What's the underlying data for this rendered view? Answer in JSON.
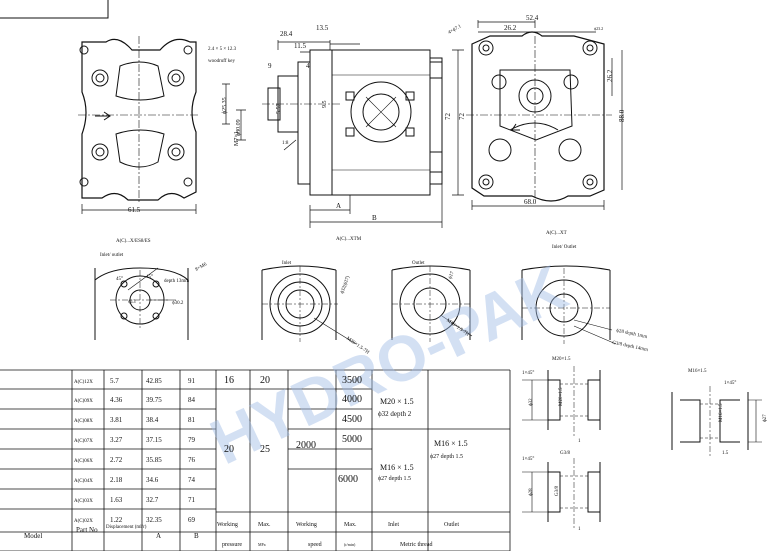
{
  "drawing": {
    "dims": {
      "d28_4": "28.4",
      "d13_5": "13.5",
      "d11_5": "11.5",
      "d9": "9",
      "d4": "4",
      "d52_4": "52.4",
      "d26_2": "26.2",
      "d26_2b": "26.2",
      "d88": "88.0",
      "d68": "68.0",
      "d61_5": "61.5",
      "d72": "72",
      "d72b": "72",
      "dA": "A",
      "dB": "B",
      "key": "2.4 × 5 × 12.3",
      "woodruff": "woodruff key",
      "d_phi25": "ϕ25.35",
      "d_phi80": "ϕ80.09",
      "m7": "M7×1",
      "d5_57": "5.57",
      "d9_5": "9.5",
      "taper": "1:8",
      "holes": "4×ϕ7.1",
      "holes_right": "ϕ23.2"
    },
    "section_titles": {
      "front": "A(C)...X/ES8/ES",
      "middle": "A(C)...XTM",
      "right": "A(C)...XT"
    },
    "ports": {
      "front_io": "Inlet/\noutlet",
      "front_angle1": "45°",
      "front_angle2": "45°",
      "front_m": "8×M6",
      "front_depth": "depth 13mm",
      "front_phi30": "ϕ30.2",
      "front_phi13": "ϕ13",
      "inlet": "Inlet",
      "outlet": "Outlet",
      "inlet_phi": "ϕ32(ϕ27)",
      "inlet_m": "M20×1.5-7H",
      "outlet_phi": "ϕ17",
      "outlet_m": "M16×1.5-7H",
      "right_io": "Inlet/\nOutlet",
      "right_d1": "ϕ28 depth 1mm",
      "right_d2": "G3/8 depth 14mm"
    },
    "details": {
      "m20": "M20×1.5",
      "g38": "G3/8",
      "m16": "M16×1.5",
      "chamfer1": "1×45°",
      "chamfer2": "1×45°",
      "chamfer3": "1×45°",
      "d32": "ϕ32",
      "d28": "ϕ28",
      "d27": "ϕ27",
      "m20s": "M20×1.5",
      "m16s": "M16×1.5",
      "g38s": "G3/8",
      "one": "1",
      "one2": "1",
      "one3": "1.5"
    }
  },
  "table": {
    "headers": {
      "model": "Model",
      "part": "Part No",
      "disp": "Displacement (ml/r)",
      "a": "A",
      "b": "B",
      "wp": "Working",
      "max": "Max.",
      "pressure": "pressure",
      "pressure_unit": "MPa",
      "ws": "Working",
      "maxs": "Max.",
      "speed": "speed",
      "speed_unit": "(r/min)",
      "inlet": "Inlet",
      "outlet": "Outlet",
      "thread": "Metric thread"
    },
    "rows": [
      {
        "part": "A(C)12X",
        "disp": "5.7",
        "a": "42.85",
        "b": "91"
      },
      {
        "part": "A(C)09X",
        "disp": "4.36",
        "a": "39.75",
        "b": "84"
      },
      {
        "part": "A(C)08X",
        "disp": "3.81",
        "a": "38.4",
        "b": "81"
      },
      {
        "part": "A(C)07X",
        "disp": "3.27",
        "a": "37.15",
        "b": "79"
      },
      {
        "part": "A(C)06X",
        "disp": "2.72",
        "a": "35.85",
        "b": "76"
      },
      {
        "part": "A(C)04X",
        "disp": "2.18",
        "a": "34.6",
        "b": "74"
      },
      {
        "part": "A(C)03X",
        "disp": "1.63",
        "a": "32.7",
        "b": "71"
      },
      {
        "part": "A(C)02X",
        "disp": "1.22",
        "a": "32.35",
        "b": "69"
      }
    ],
    "pressure_top": {
      "working": "16",
      "max": "20"
    },
    "pressure_low": {
      "working": "20",
      "max": "25"
    },
    "speed_working": "2000",
    "speed_max": [
      "3500",
      "4000",
      "4500",
      "5000",
      "6000"
    ],
    "inlet_top": "M20 × 1.5",
    "inlet_top_depth": "ϕ32 depth 2",
    "inlet_low": "M16 × 1.5",
    "inlet_low_depth": "ϕ27 depth 1.5",
    "outlet": "M16 × 1.5",
    "outlet_depth": "ϕ27 depth 1.5"
  },
  "watermark": "HYDRO-PAK"
}
